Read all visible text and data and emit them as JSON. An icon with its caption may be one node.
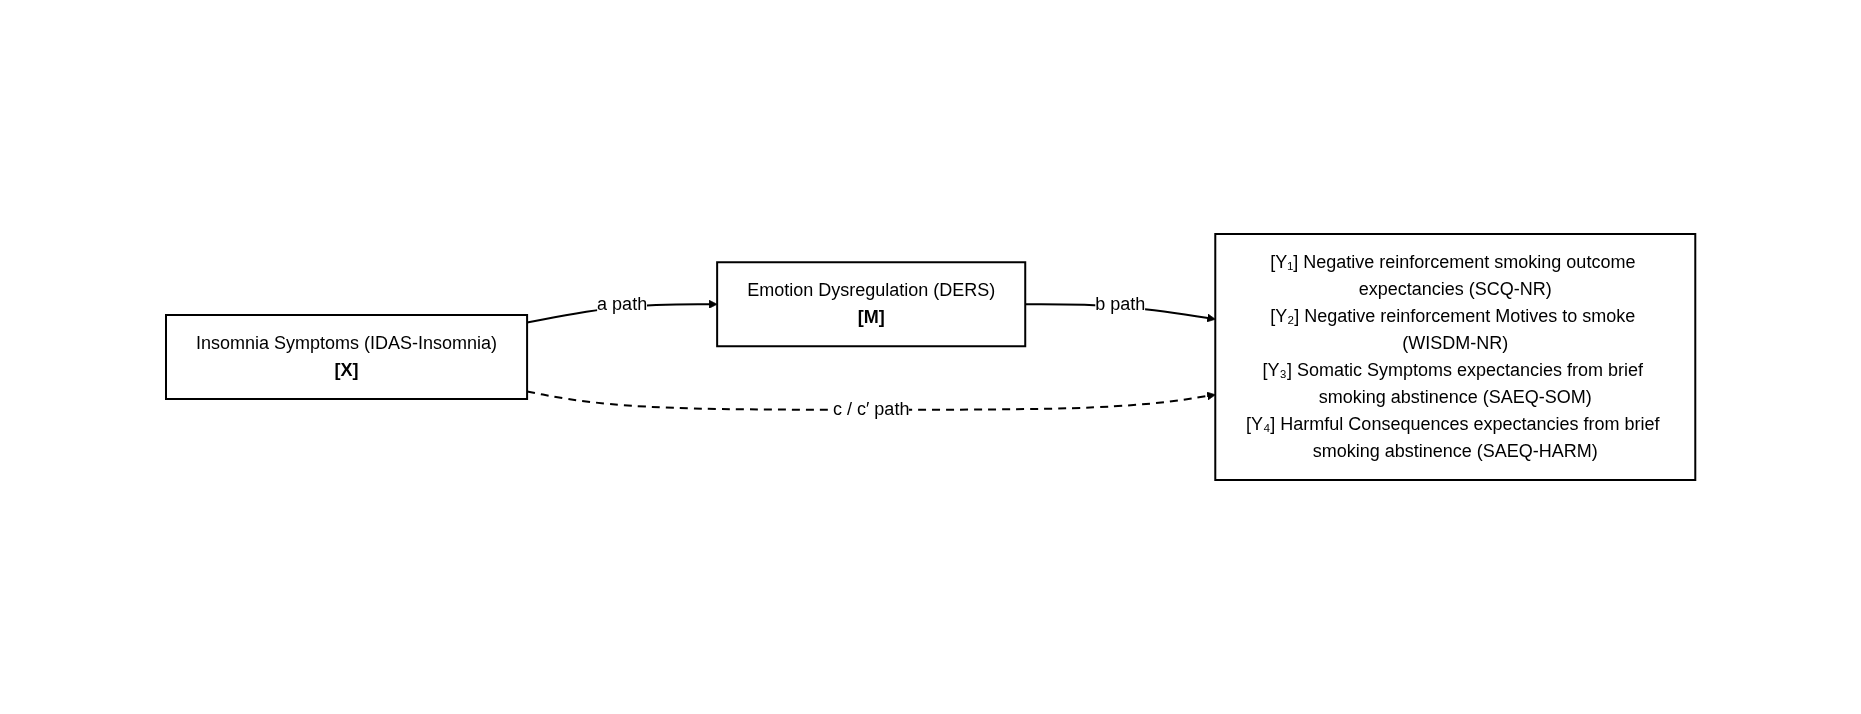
{
  "diagram": {
    "nodes": [
      {
        "text": [
          "Insomnia Symptoms (IDAS-Insomnia)",
          "[X]"
        ]
      },
      {
        "text": [
          "Emotion Dysregulation (DERS)",
          "[M]"
        ]
      },
      {
        "text": [
          "[Y₁] Negative reinforcement smoking outcome expectancies (SCQ-NR)",
          "[Y₂] Negative reinforcement Motives to smoke (WISDM-NR)",
          "[Y₃] Somatic Symptoms expectancies from brief smoking abstinence (SAEQ-SOM)",
          "[Y₄] Harmful Consequences expectancies from brief smoking abstinence (SAEQ-HARM)"
        ]
      }
    ],
    "edges": [
      {
        "from": 0,
        "to": 1,
        "arrow": "to",
        "label": "a path"
      },
      {
        "from": 1,
        "to": 2,
        "arrow": "to",
        "label": "b path"
      },
      {
        "from": 0,
        "to": 2,
        "arrow": "to",
        "label": "c / c′ path",
        "style": "dashed"
      }
    ]
  }
}
